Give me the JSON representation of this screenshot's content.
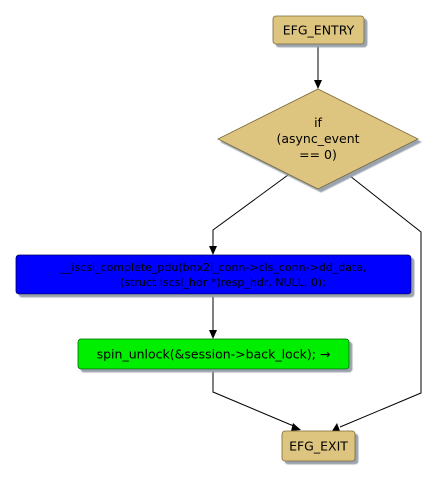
{
  "nodes": {
    "entry": {
      "label": "EFG_ENTRY"
    },
    "condition": {
      "lines": [
        "if",
        "(async_event",
        "== 0)"
      ]
    },
    "call": {
      "lines": [
        "__iscsi_complete_pdu(bnx2i_conn->cls_conn->dd_data,",
        "(struct iscsi_hdr *)resp_hdr, NULL, 0);"
      ]
    },
    "unlock": {
      "label": "spin_unlock(&session->back_lock); →"
    },
    "exit": {
      "label": "EFG_EXIT"
    }
  },
  "colors": {
    "terminal_fill": "#ddc57f",
    "diamond_fill": "#ddc57f",
    "call_fill": "#0000ff",
    "unlock_fill": "#00ee00",
    "shadow": "#9aa2ad"
  }
}
